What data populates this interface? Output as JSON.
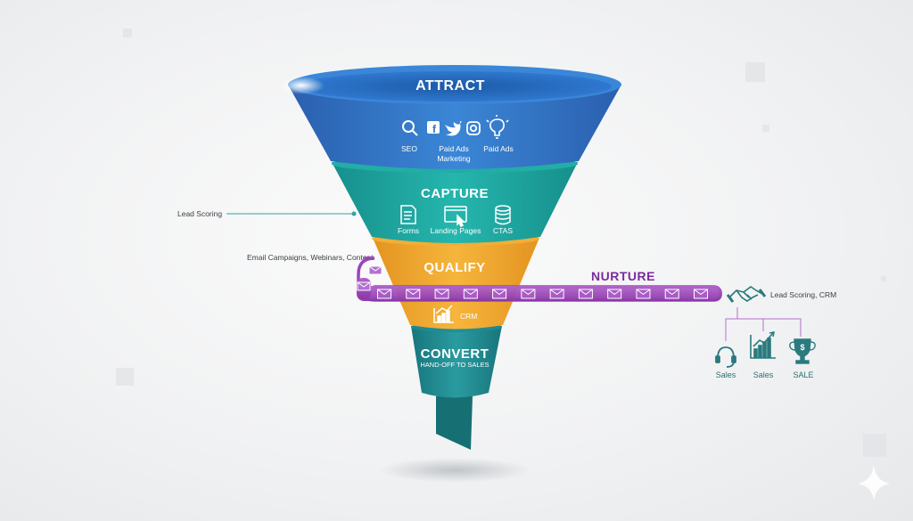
{
  "funnel": {
    "attract": {
      "title": "ATTRACT",
      "icons": [
        "search-icon",
        "facebook-icon",
        "twitter-icon",
        "instagram-icon",
        "lightbulb-icon"
      ],
      "labels": [
        {
          "lines": [
            "SEO"
          ]
        },
        {
          "lines": [
            "Paid Ads",
            "Marketing"
          ]
        },
        {
          "lines": [
            "Paid Ads"
          ]
        }
      ]
    },
    "capture": {
      "title": "CAPTURE",
      "items": [
        {
          "icon": "form-icon",
          "label": "Forms"
        },
        {
          "icon": "landing-page-icon",
          "label": "Landing Pages"
        },
        {
          "icon": "database-icon",
          "label": "CTAS"
        }
      ]
    },
    "qualify": {
      "title": "QUALIFY",
      "item": {
        "icon": "chart-icon",
        "label": "CRM"
      }
    },
    "convert": {
      "title": "CONVERT",
      "subtitle": "HAND-OFF TO SALES"
    }
  },
  "callouts": {
    "lead_scoring": "Lead Scoring",
    "email_campaigns": "Email Campaigns, Webinars, Content"
  },
  "nurture": {
    "title": "NURTURE",
    "envelope_count": 12,
    "right_label": "Lead Scoring, CRM",
    "handshake_icon": "handshake-icon"
  },
  "sales_icons": [
    {
      "icon": "headset-icon",
      "label": "Sales"
    },
    {
      "icon": "growth-chart-icon",
      "label": "Sales"
    },
    {
      "icon": "trophy-icon",
      "label": "SALE"
    }
  ],
  "colors": {
    "attract": "#2f6fc4",
    "capture": "#1fa9a4",
    "qualify": "#f0a92c",
    "convert": "#1f8c93",
    "nurture": "#9b45b8",
    "teal_icon": "#2a7a7e"
  }
}
